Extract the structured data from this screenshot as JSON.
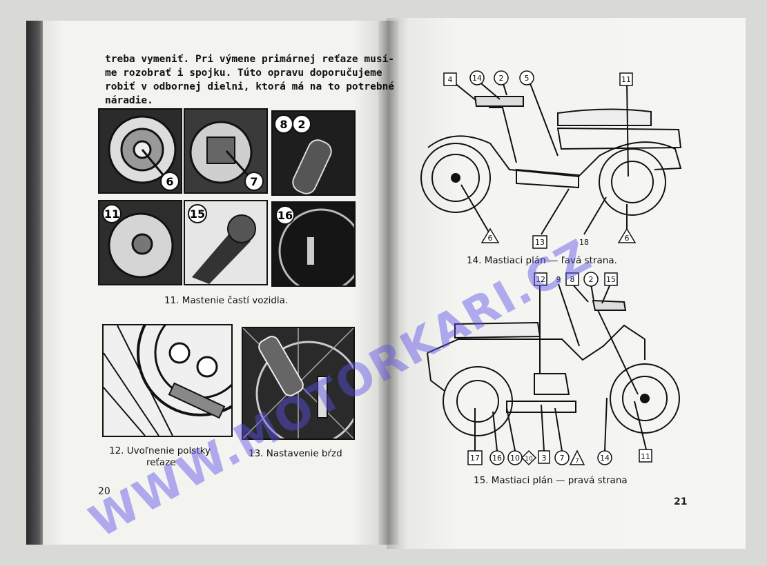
{
  "left_page": {
    "paragraph_lines": [
      "treba vymeniť. Pri výmene primárnej reťaze musí-",
      "me rozobrať i spojku. Túto opravu doporučujeme",
      "robiť v odbornej dielni, ktorá má na to potrebné",
      "náradie."
    ],
    "photo_labels": [
      "6",
      "7",
      "8",
      "2",
      "11",
      "15",
      "16"
    ],
    "caption_11": "11. Mastenie častí vozidla.",
    "caption_12_line1": "12. Uvoľnenie polstky",
    "caption_12_line2": "reťaze",
    "caption_13": "13. Nastavenie bŕzd",
    "page_number": "20"
  },
  "right_page": {
    "diagram_14": {
      "top_labels": [
        "4",
        "14",
        "2",
        "5",
        "11"
      ],
      "bottom_labels": [
        "6",
        "13",
        "18",
        "6"
      ],
      "caption": "14. Mastiaci plán — ľavá strana."
    },
    "diagram_15": {
      "top_labels": [
        "12",
        "9",
        "8",
        "2",
        "15"
      ],
      "bottom_labels": [
        "17",
        "16",
        "10",
        "10",
        "3",
        "7",
        "7",
        "14",
        "11"
      ],
      "caption": "15. Mastiaci plán — pravá strana"
    },
    "page_number": "21"
  },
  "watermark": "WWW.MOTORKARI.CZ",
  "colors": {
    "paper": "#f3f3f0",
    "ink": "#111111",
    "watermark": "#5a50e6"
  }
}
